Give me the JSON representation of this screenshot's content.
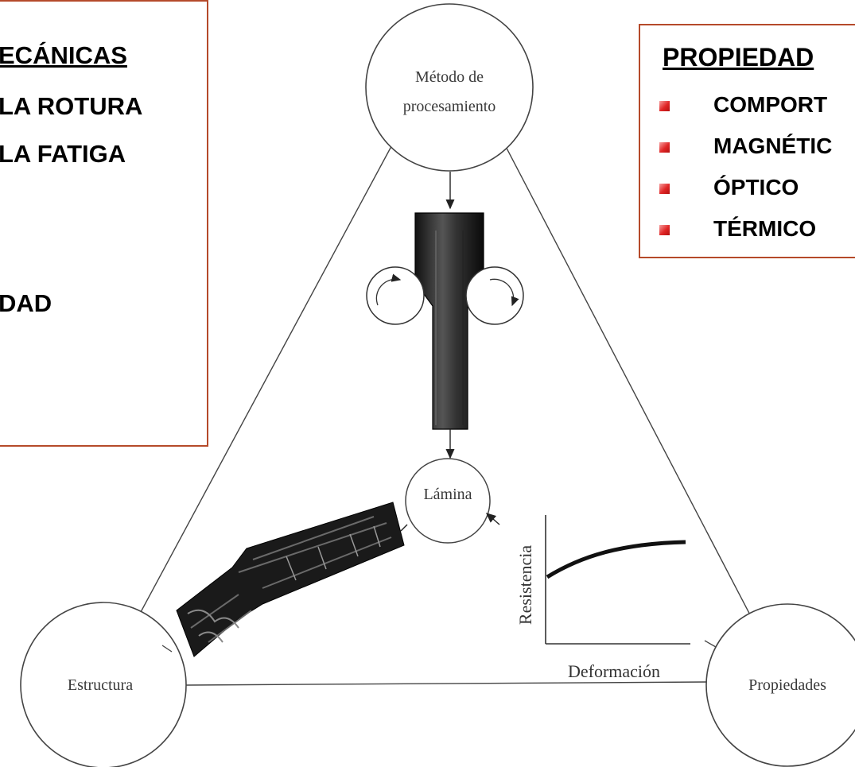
{
  "left_panel": {
    "title": "ECÁNICAS",
    "lines": [
      "LA ROTURA",
      "LA FATIGA",
      "DAD"
    ]
  },
  "right_panel": {
    "title": "PROPIEDAD",
    "items": [
      "COMPORT",
      "MAGNÉTIC",
      "ÓPTICO",
      "TÉRMICO"
    ]
  },
  "diagram": {
    "top_node": [
      "Método de",
      "procesamiento"
    ],
    "middle_node": "Lámina",
    "left_node": "Estructura",
    "right_node": "Propiedades",
    "graph_y_label": "Resistencia",
    "graph_x_label": "Deformación"
  },
  "colors": {
    "box_border": "#b54a2a",
    "bullet": "#e02626"
  }
}
